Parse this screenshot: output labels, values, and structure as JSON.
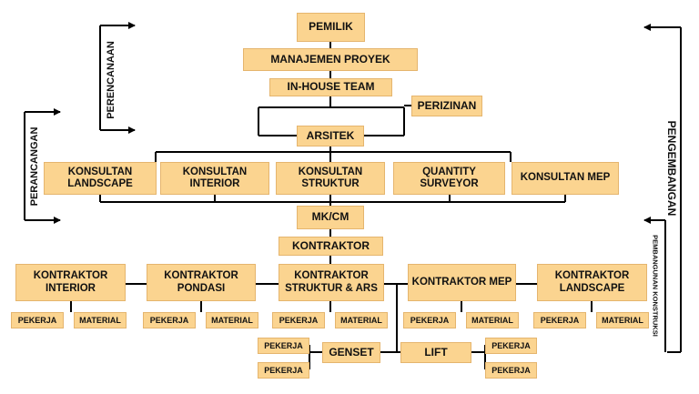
{
  "boxes": {
    "pemilik": "PEMILIK",
    "manajemen": "MANAJEMEN PROYEK",
    "inhouse": "IN-HOUSE TEAM",
    "perizinan": "PERIZINAN",
    "arsitek": "ARSITEK",
    "k_landscape": "KONSULTAN LANDSCAPE",
    "k_interior": "KONSULTAN INTERIOR",
    "k_struktur": "KONSULTAN STRUKTUR",
    "qs": "QUANTITY SURVEYOR",
    "k_mep": "KONSULTAN MEP",
    "mkcm": "MK/CM",
    "kontraktor": "KONTRAKTOR",
    "kt_interior": "KONTRAKTOR INTERIOR",
    "kt_pondasi": "KONTRAKTOR PONDASI",
    "kt_struktur": "KONTRAKTOR STRUKTUR & ARS",
    "kt_mep": "KONTRAKTOR MEP",
    "kt_landscape": "KONTRAKTOR LANDSCAPE",
    "pekerja": "PEKERJA",
    "material": "MATERIAL",
    "genset": "GENSET",
    "lift": "LIFT"
  },
  "side_labels": {
    "perencanaan": "PERENCANAAN",
    "perancangan": "PERANCANGAN",
    "pengembangan": "PENGEMBANGAN",
    "pembangunan": "PEMBANGUNAN KONSTRUKSI"
  },
  "colors": {
    "box_fill": "#fbd490",
    "box_border": "#e5b56e",
    "line": "#000000"
  }
}
